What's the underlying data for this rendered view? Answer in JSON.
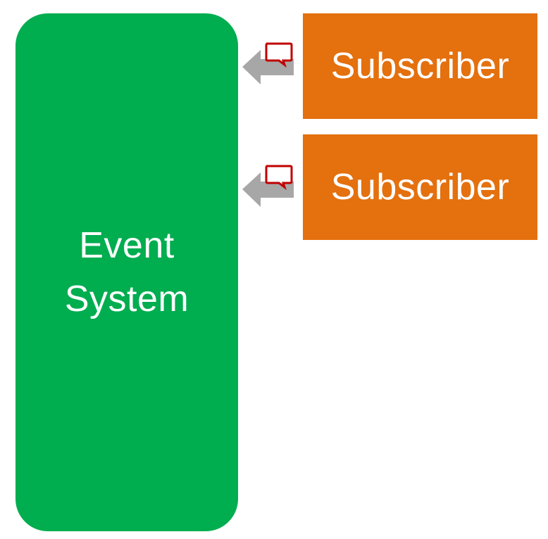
{
  "colors": {
    "event_system": "#00ad4f",
    "subscriber": "#e4700e",
    "arrow": "#a7a7a7",
    "message_icon": "#c00000"
  },
  "event_system": {
    "label_line_1": "Event",
    "label_line_2": "System"
  },
  "subscribers": [
    {
      "label": "Subscriber"
    },
    {
      "label": "Subscriber"
    }
  ],
  "connectors": [
    {
      "from": "Subscriber",
      "to": "Event System",
      "icon": "message-icon"
    },
    {
      "from": "Subscriber",
      "to": "Event System",
      "icon": "message-icon"
    }
  ]
}
